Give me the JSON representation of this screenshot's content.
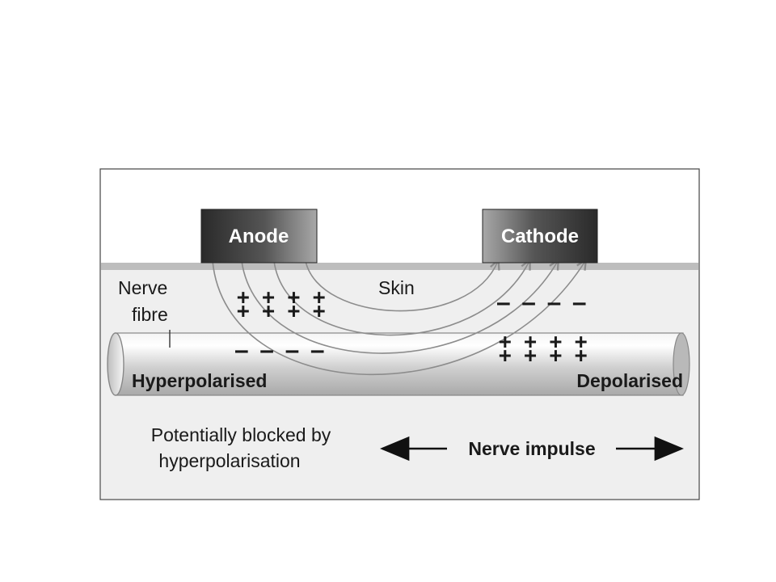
{
  "electrodes": {
    "anode": "Anode",
    "cathode": "Cathode"
  },
  "labels": {
    "skin": "Skin",
    "nerve_line1": "Nerve",
    "nerve_line2": "fibre",
    "hyperpolarised": "Hyperpolarised",
    "depolarised": "Depolarised",
    "blocked_line1": "Potentially blocked by",
    "blocked_line2": "hyperpolarisation",
    "impulse": "Nerve impulse"
  },
  "charges": {
    "anode_skin_row1": "+ + + +",
    "anode_skin_row2": "+ + + +",
    "anode_fibre": "— — — —",
    "cathode_skin": "— — — —",
    "cathode_fibre_row1": "+ + + +",
    "cathode_fibre_row2": "+ + + +"
  },
  "colors": {
    "panel_background": "#efefef",
    "skin_surface": "#bdbdbd",
    "electrode_dark": "#2a2a2a",
    "electrode_light": "#9a9a9a",
    "current_arc": "#8c8c8c"
  }
}
